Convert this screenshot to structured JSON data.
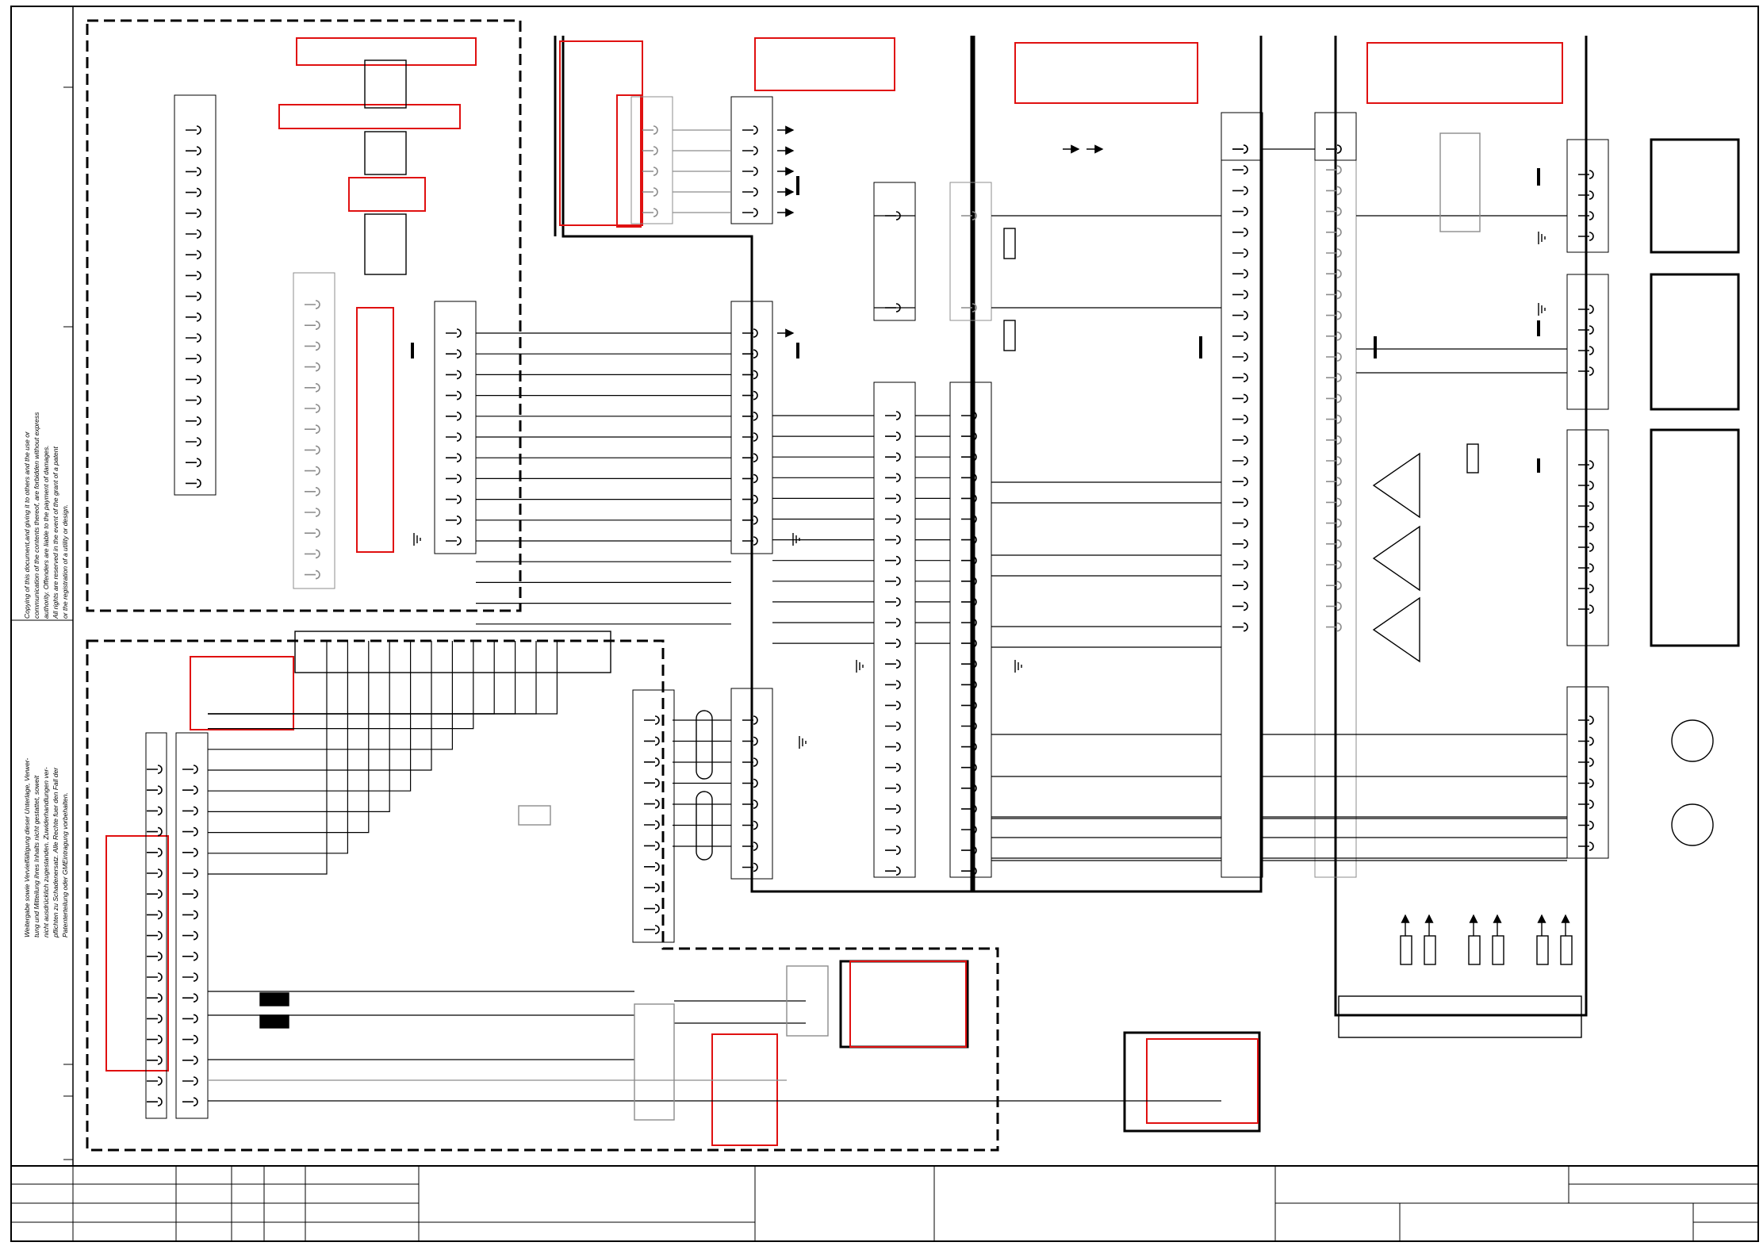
{
  "notices": {
    "copyright_en": [
      "Copying of this document,and giving it to others and the use or",
      "communication of the contents thereof, are forbidden without express",
      "authority. Offenders are liable to the payment of damages.",
      "All rights are reserved in the event of the grant of a patent",
      "or the registration of a utility or design."
    ],
    "copyright_de": [
      "Weitergabe sowie Vervielfältigung dieser Unterlage, Verwer-",
      "tung und Mitteilung ihres Inhalts nicht gestattet, soweit",
      "nicht ausdrücklich zugestanden. Zuwiderhandlungen ver-",
      "pflichten zu Schadenersatz. Alle Rechte fuer den Fall der",
      "Patenterteilung oder GMEintragung vorbehalten."
    ]
  },
  "colors": {
    "line": "#000000",
    "grey": "#8c8c8c",
    "highlight": "#e01010"
  }
}
